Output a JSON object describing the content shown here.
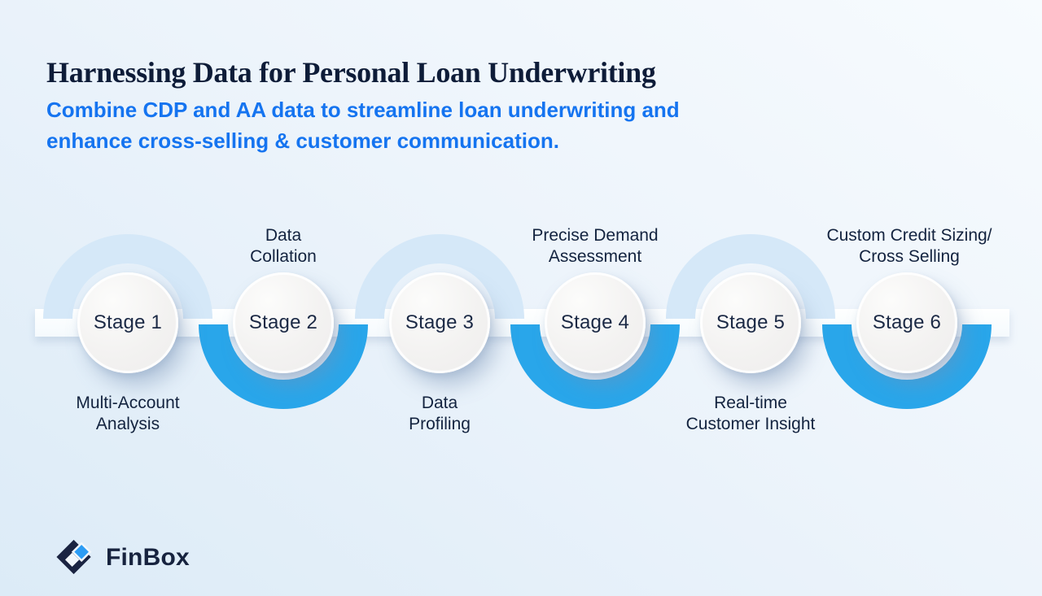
{
  "title": "Harnessing Data for Personal Loan Underwriting",
  "subtitle_lines": [
    "Combine CDP and AA data to streamline loan underwriting and",
    "enhance cross-selling & customer communication."
  ],
  "stages": [
    {
      "name": "Stage 1",
      "label_lines": [
        "Multi-Account",
        "Analysis"
      ],
      "label_position": "below",
      "arc": "top"
    },
    {
      "name": "Stage 2",
      "label_lines": [
        "Data",
        "Collation"
      ],
      "label_position": "above",
      "arc": "bottom"
    },
    {
      "name": "Stage 3",
      "label_lines": [
        "Data",
        "Profiling"
      ],
      "label_position": "below",
      "arc": "top"
    },
    {
      "name": "Stage 4",
      "label_lines": [
        "Precise Demand",
        "Assessment"
      ],
      "label_position": "above",
      "arc": "bottom"
    },
    {
      "name": "Stage 5",
      "label_lines": [
        "Real-time",
        "Customer Insight"
      ],
      "label_position": "below",
      "arc": "top"
    },
    {
      "name": "Stage 6",
      "label_lines": [
        "Custom Credit Sizing/",
        "Cross Selling"
      ],
      "label_position": "above",
      "arc": "bottom"
    }
  ],
  "brand": {
    "logo_text": "FinBox",
    "logo_icon": "finbox-diamond-icon"
  },
  "colors": {
    "title_navy": "#0e1c38",
    "subtitle_blue": "#1574f0",
    "arc_blue": "#29a6ea",
    "arc_pale_blue": "#d5e8f8",
    "bar_white": "#f9fcfe",
    "circle_fill": "#f2f1f0",
    "stage_text_navy": "#1b2945",
    "label_navy": "#13233f",
    "logo_navy": "#1b2442",
    "logo_sky_blue": "#2d9cf4"
  }
}
